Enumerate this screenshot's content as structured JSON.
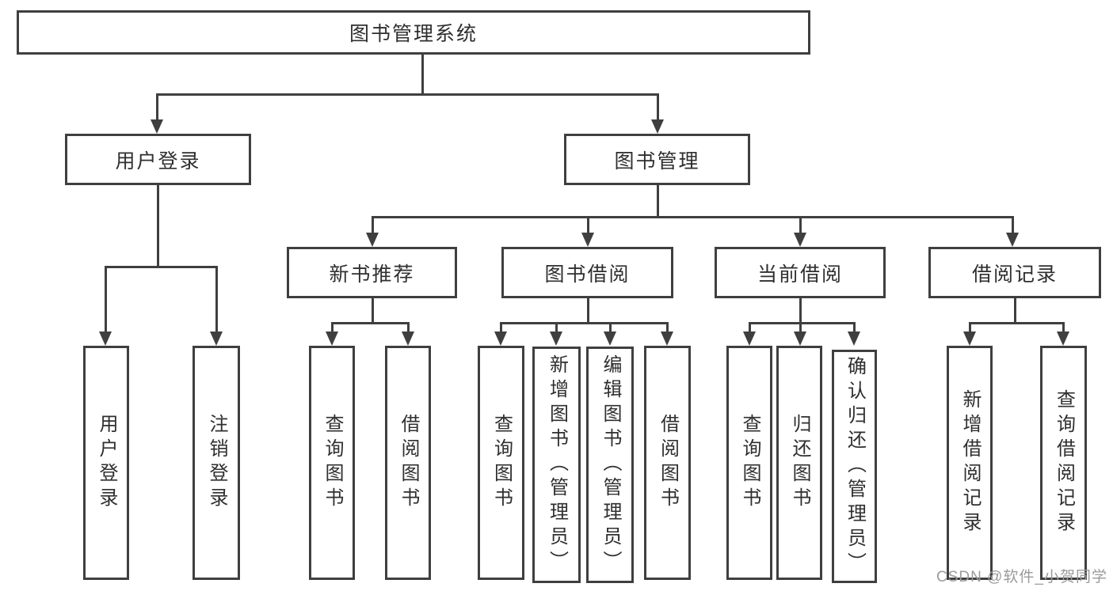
{
  "tree": {
    "root": {
      "label": "图书管理系统"
    },
    "branches": [
      {
        "label": "用户登录",
        "leaves": [
          "用户登录",
          "注销登录"
        ]
      },
      {
        "label": "图书管理",
        "groups": [
          {
            "label": "新书推荐",
            "leaves": [
              "查询图书",
              "借阅图书"
            ]
          },
          {
            "label": "图书借阅",
            "leaves": [
              "查询图书",
              "新增图书（管理员）",
              "编辑图书（管理员）",
              "借阅图书"
            ]
          },
          {
            "label": "当前借阅",
            "leaves": [
              "查询图书",
              "归还图书",
              "确认归还（管理员）"
            ]
          },
          {
            "label": "借阅记录",
            "leaves": [
              "新增借阅记录",
              "查询借阅记录"
            ]
          }
        ]
      }
    ]
  },
  "watermark": "CSDN @软件_小贺同学",
  "colors": {
    "line": "#3f3f3f",
    "box_border": "#3f3f3f",
    "text": "#2f2f2f",
    "watermark": "#9b9b9b",
    "background": "#ffffff"
  }
}
